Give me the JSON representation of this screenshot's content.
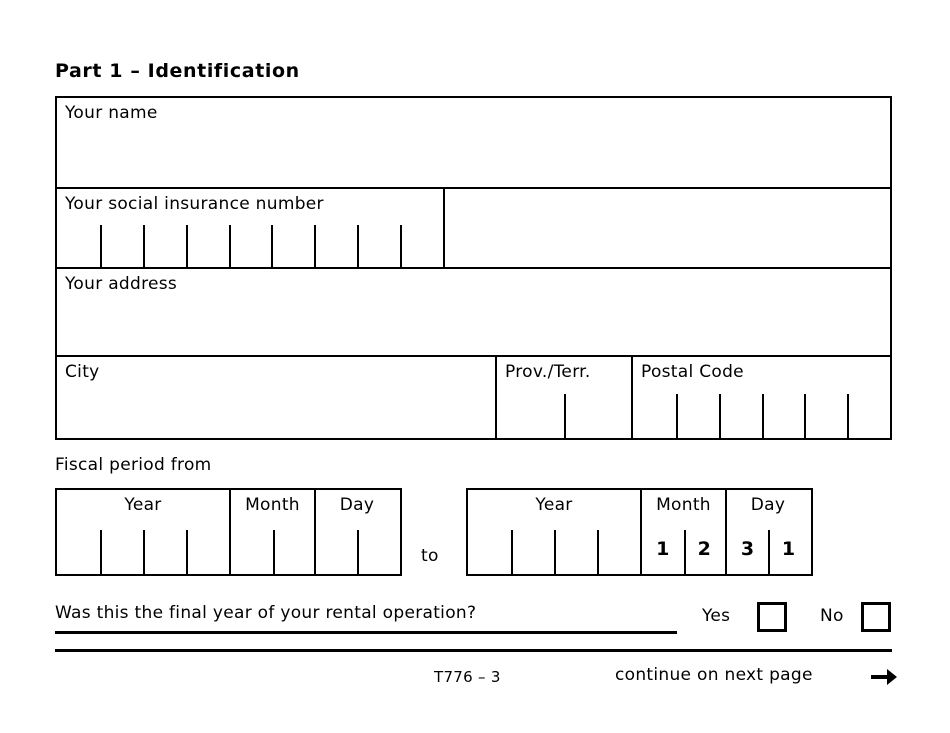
{
  "heading": {
    "part_title": "Part 1 – Identification"
  },
  "identification": {
    "name_label": "Your name",
    "sin_label": "Your social insurance number",
    "sin_cells": 9,
    "address_label": "Your address",
    "city_label": "City",
    "prov_label": "Prov./Terr.",
    "prov_cells": 2,
    "postal_label": "Postal Code",
    "postal_cells": 6
  },
  "fiscal_period": {
    "label": "Fiscal period from",
    "to_word": "to",
    "from": {
      "year_label": "Year",
      "year_cells": 4,
      "year_digits": [
        "",
        "",
        "",
        ""
      ],
      "month_label": "Month",
      "month_cells": 2,
      "month_digits": [
        "",
        ""
      ],
      "day_label": "Day",
      "day_cells": 2,
      "day_digits": [
        "",
        ""
      ]
    },
    "to": {
      "year_label": "Year",
      "year_cells": 4,
      "year_digits": [
        "",
        "",
        "",
        ""
      ],
      "month_label": "Month",
      "month_cells": 2,
      "month_digits": [
        "1",
        "2"
      ],
      "day_label": "Day",
      "day_cells": 2,
      "day_digits": [
        "3",
        "1"
      ]
    }
  },
  "final_year_question": {
    "text": "Was this the final year of your rental operation?",
    "yes_label": "Yes",
    "no_label": "No",
    "yes_checked": false,
    "no_checked": false
  },
  "footer": {
    "form_code": "T776 – 3",
    "continue_text": "continue on next page",
    "arrow_icon": "arrow-right-icon"
  },
  "colors": {
    "ink": "#000000",
    "paper": "#ffffff"
  }
}
